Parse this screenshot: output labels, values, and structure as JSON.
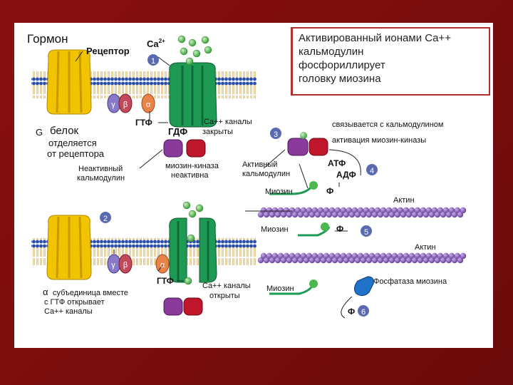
{
  "callout": {
    "line1": "Активированный ионами Ca++",
    "line2": "кальмодулин",
    "line3": "фосфориллирует",
    "line4": "головку миозина"
  },
  "labels": {
    "hormone": "Гормон",
    "receptor": "Рецептор",
    "ca": "Ca",
    "ca_sup": "2+",
    "g": "G",
    "protein": "белок",
    "detaches1": "отделяется",
    "detaches2": "от рецептора",
    "gamma": "γ",
    "beta": "β",
    "alpha": "α",
    "gtp": "ГТФ",
    "gdp": "ГДФ",
    "ca_closed1": "Ca++ каналы",
    "ca_closed2": "закрыты",
    "inactive_cam1": "Неактивный",
    "inactive_cam2": "кальмодулин",
    "mlck_inactive1": "миозин-киназа",
    "mlck_inactive2": "неактивна",
    "active_cam1": "Активный",
    "active_cam2": "кальмодулин",
    "binds_cam": "связывается с кальмодулином",
    "mlck_activation": "активация миозин-киназы",
    "atp": "АТФ",
    "adp": "АДФ",
    "myosin": "Миозин",
    "phi": "Ф",
    "actin": "Актин",
    "alpha_sub1": "субъединица вместе",
    "alpha_sub2": "с ГТФ открывает",
    "alpha_sub3": "Ca++ каналы",
    "ca_open1": "Ca++ каналы",
    "ca_open2": "открыты",
    "phosphatase": "Фосфатаза миозина",
    "n1": "1",
    "n2": "2",
    "n3": "3",
    "n4": "4",
    "n5": "5",
    "n6": "6"
  },
  "colors": {
    "membrane_head": "#2a4fa8",
    "receptor": "#f2c400",
    "channel": "#1f9a55",
    "calmodulin": "#8a3a9a",
    "kinase": "#c0162c",
    "calcium": "#4db84d",
    "actin": "#7a4fb0",
    "phosphatase": "#1e73c8",
    "step_badge": "#5a6ab0"
  }
}
